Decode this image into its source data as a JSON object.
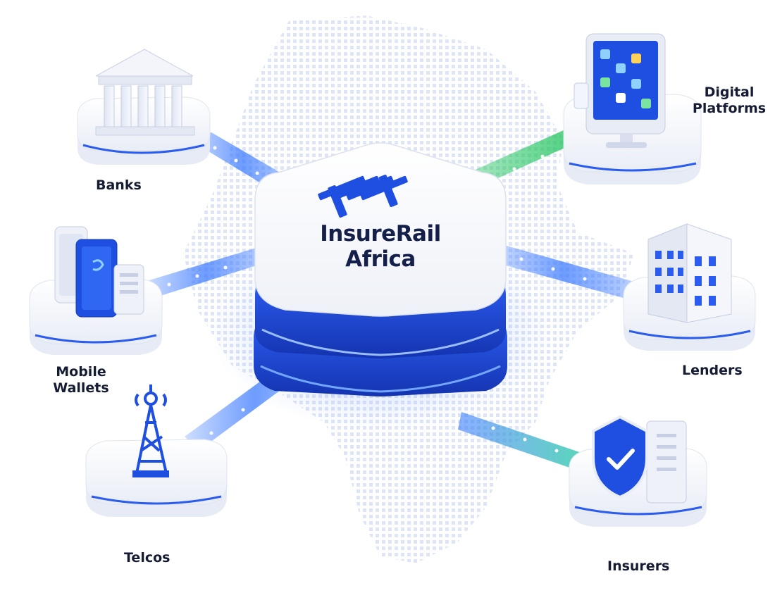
{
  "hub": {
    "title_line1": "InsureRail",
    "title_line2": "Africa",
    "icon": "railway-track-icon"
  },
  "nodes": {
    "banks": {
      "label": "Banks",
      "icon": "bank-building-icon"
    },
    "digital_platforms": {
      "line1": "Digital",
      "line2": "Platforms",
      "icon": "monitor-apps-icon"
    },
    "mobile_wallets": {
      "line1": "Mobile",
      "line2": "Wallets",
      "icon": "mobile-wallet-icon"
    },
    "lenders": {
      "label": "Lenders",
      "icon": "office-building-icon"
    },
    "telcos": {
      "label": "Telcos",
      "icon": "cell-tower-icon"
    },
    "insurers": {
      "label": "Insurers",
      "icon": "shield-check-icon"
    }
  },
  "colors": {
    "brand_blue": "#1f4fe0",
    "deep_blue": "#1535b8",
    "glow_blue": "#3d7bff",
    "accent_green": "#22c55e",
    "platform_white": "#f4f6fb",
    "text_dark": "#141b33"
  }
}
